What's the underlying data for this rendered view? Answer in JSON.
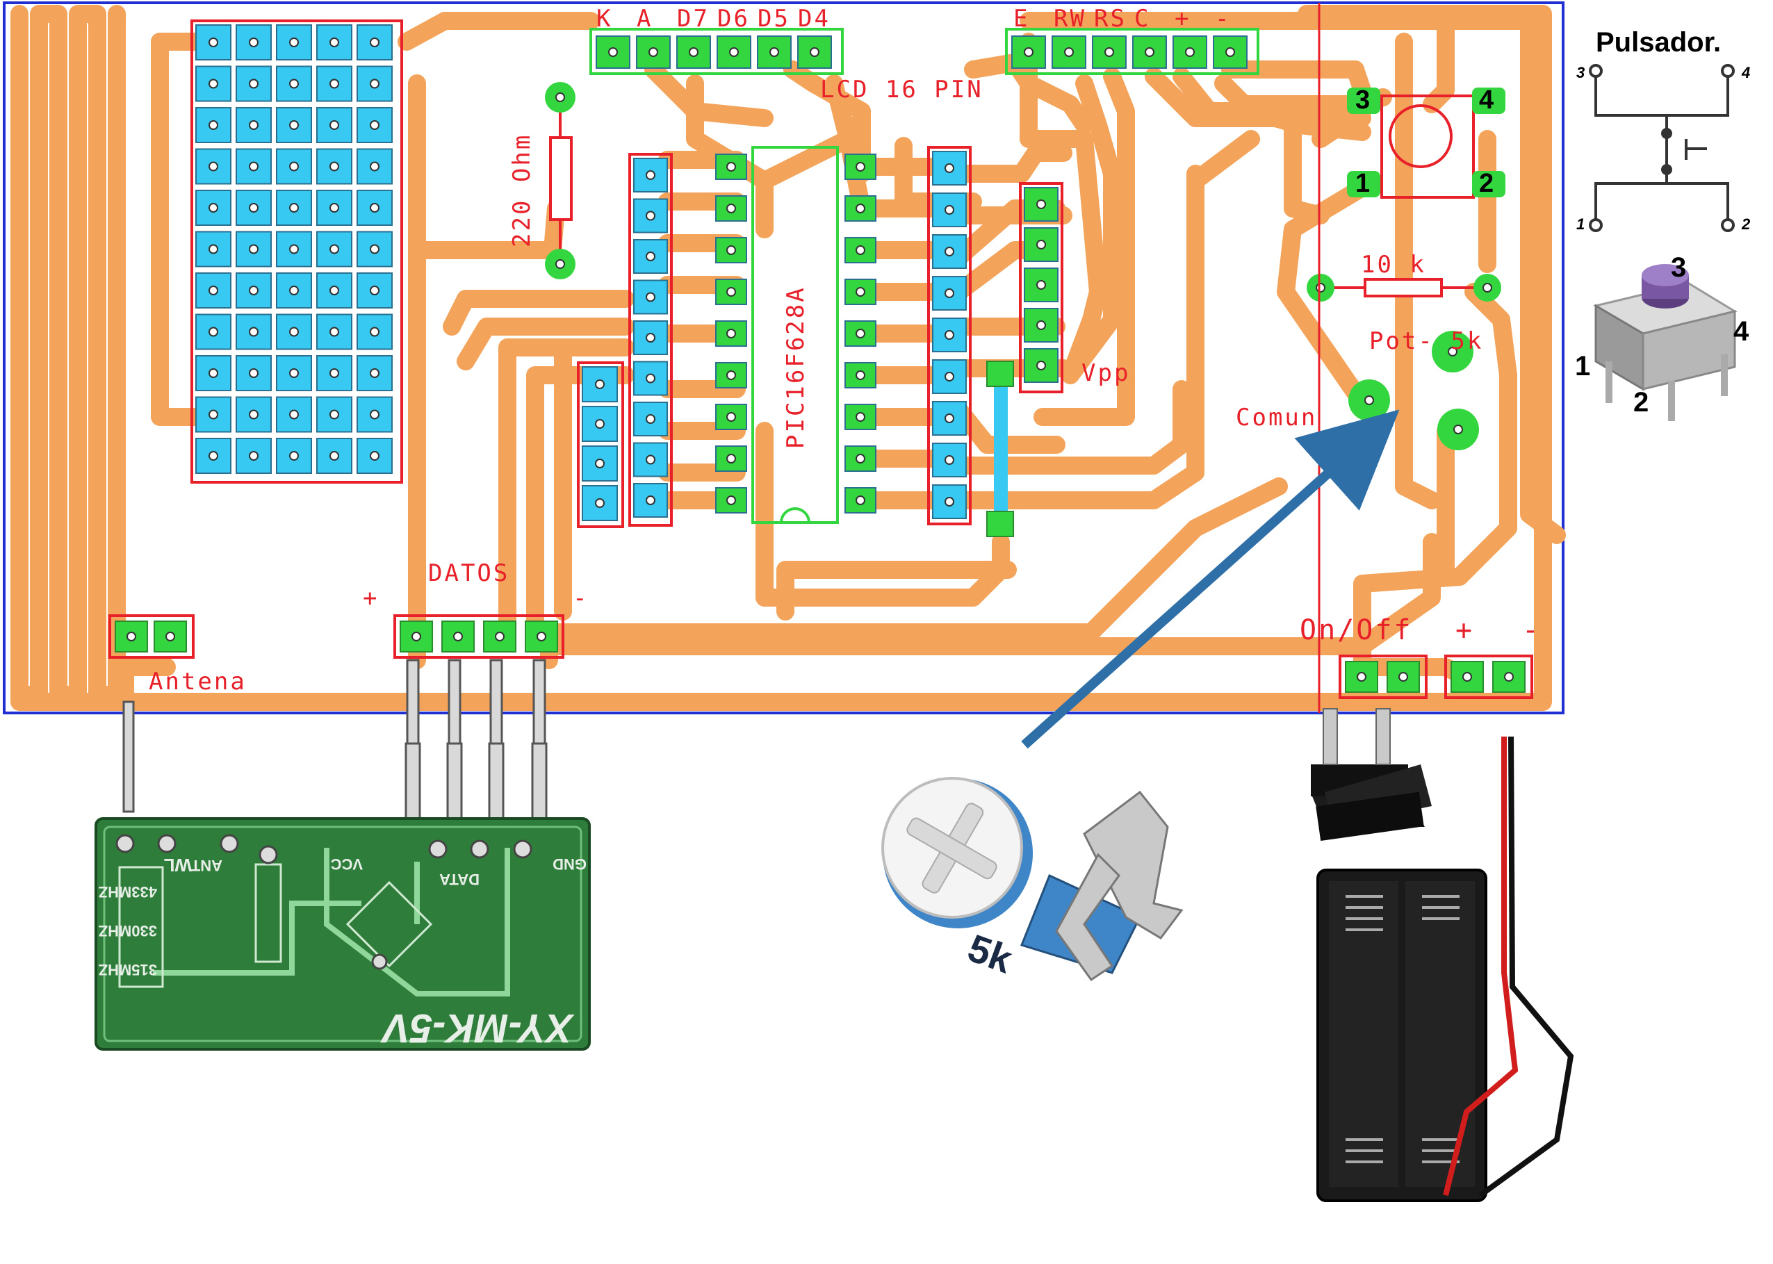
{
  "pcb": {
    "lcd_header_labels": [
      "K",
      "A",
      "D7",
      "D6",
      "D5",
      "D4"
    ],
    "lcd_ctrl_labels": [
      "E",
      "RW",
      "RS",
      "C",
      "+",
      "-"
    ],
    "lcd_label": "LCD 16 PIN",
    "resistor_label": "220 Ohm",
    "ic_label": "PIC16F628A",
    "vpp_label": "Vpp",
    "comun_label": "Comun",
    "datos_label": "DATOS",
    "plus_label": "+",
    "minus_label": "-",
    "antena_label": "Antena",
    "onoff_label": "On/Off",
    "power_plus": "+",
    "power_minus": "-",
    "pot_resistor_label": "10 k",
    "pot_label": "Pot- 5k",
    "button_pins": [
      "3",
      "4",
      "1",
      "2"
    ]
  },
  "pulsador": {
    "title": "Pulsador.",
    "schematic_pins": [
      "3",
      "4",
      "1",
      "2"
    ],
    "photo_pins": [
      "3",
      "4",
      "1",
      "2"
    ]
  },
  "receiver": {
    "model": "XY-MK-5V",
    "pins": [
      "VCC",
      "DATA",
      "GND"
    ],
    "freqs": [
      "315MHZ",
      "330MHZ",
      "433MHZ"
    ],
    "silk_marks": [
      "ANT",
      "WL"
    ]
  },
  "potentiometer": {
    "value_label": "5k"
  },
  "colors": {
    "trace": "#f3a45a",
    "pad": "#33d63f",
    "pad_blue": "#37c9f1",
    "outline_red": "#e8202a",
    "board_border": "#1f2fd2",
    "arrow": "#2e6fa8"
  }
}
